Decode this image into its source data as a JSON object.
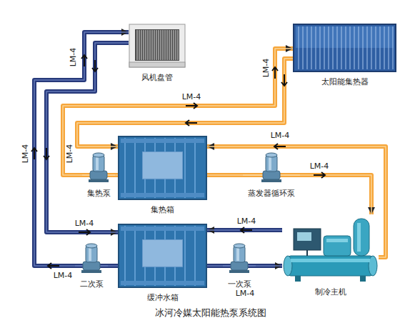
{
  "diagram": {
    "caption": "冰河冷媒太阳能热泵系统图",
    "nodes": [
      {
        "text": [
          "风机盘管"
        ]
      },
      {
        "text": [
          "太阳能集热器"
        ]
      },
      {
        "text": [
          "集热泵"
        ]
      },
      {
        "text": [
          "集热箱"
        ]
      },
      {
        "text": [
          "蒸发器循环泵"
        ]
      },
      {
        "text": [
          "二次泵"
        ]
      },
      {
        "text": [
          "缓冲水箱"
        ]
      },
      {
        "text": [
          "一次泵"
        ]
      },
      {
        "text": [
          "制冷主机"
        ]
      }
    ],
    "edges": [
      {
        "from": 2,
        "to": 1,
        "arrow": "to"
      },
      {
        "from": 1,
        "to": 3,
        "arrow": "to"
      },
      {
        "from": 3,
        "to": 2,
        "arrow": "none"
      },
      {
        "from": 3,
        "to": 4,
        "arrow": "none"
      },
      {
        "from": 4,
        "to": 8,
        "arrow": "to"
      },
      {
        "from": 8,
        "to": 3,
        "arrow": "to"
      },
      {
        "from": 8,
        "to": 6,
        "arrow": "to"
      },
      {
        "from": 6,
        "to": 7,
        "arrow": "none"
      },
      {
        "from": 7,
        "to": 8,
        "arrow": "to"
      },
      {
        "from": 6,
        "to": 5,
        "arrow": "none"
      },
      {
        "from": 5,
        "to": 0,
        "arrow": "to"
      },
      {
        "from": 0,
        "to": 6,
        "arrow": "to"
      }
    ],
    "labels": [
      "LM-4",
      "LM-4",
      "LM-4",
      "LM-4",
      "LM-4",
      "LM-4",
      "LM-4",
      "LM-4",
      "LM-4",
      "LM-4",
      "LM-4"
    ]
  }
}
